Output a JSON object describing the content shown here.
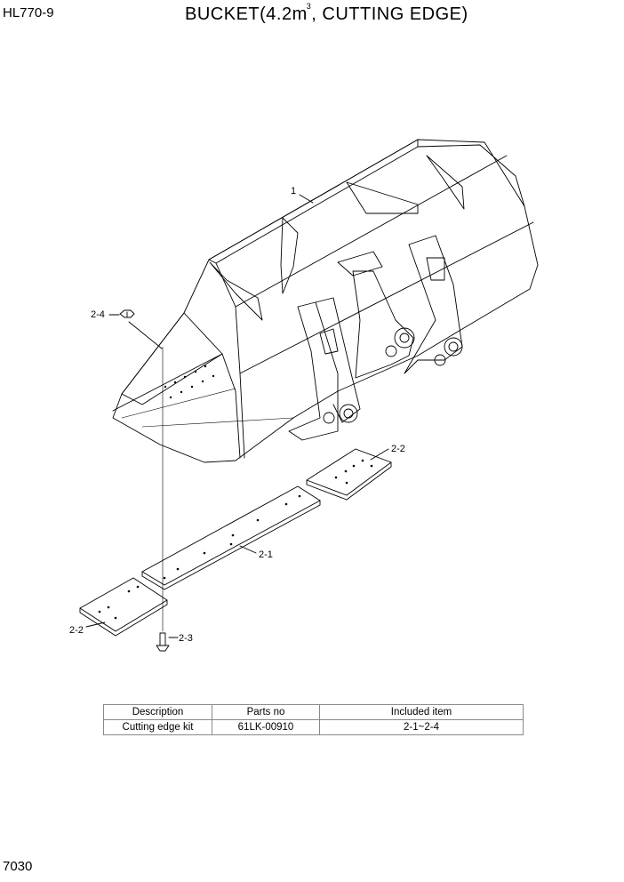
{
  "header": {
    "model": "HL770-9",
    "title_prefix": "BUCKET(4.2m",
    "title_superscript": "3",
    "title_suffix": ", CUTTING EDGE)"
  },
  "callouts": {
    "bucket": "1",
    "cutting_edge": "2-1",
    "end_bit_right": "2-2",
    "end_bit_left": "2-2",
    "bolt": "2-3",
    "nut": "2-4"
  },
  "parts_table": {
    "headers": [
      "Description",
      "Parts no",
      "Included item"
    ],
    "rows": [
      [
        "Cutting edge kit",
        "61LK-00910",
        "2-1~2-4"
      ]
    ]
  },
  "footer": {
    "page_number": "7030"
  }
}
